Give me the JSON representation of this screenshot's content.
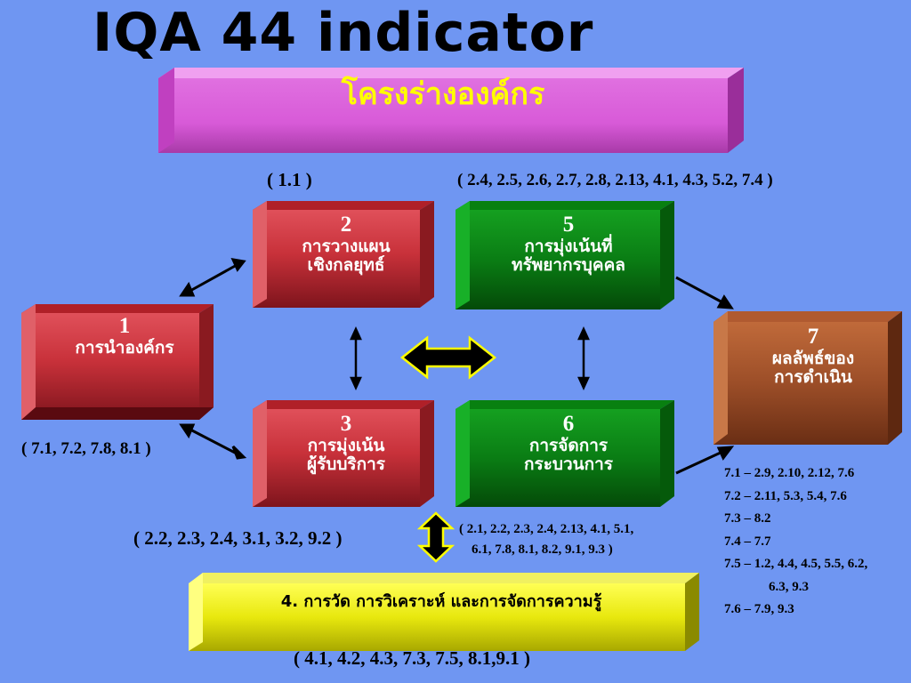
{
  "title": "IQA 44 indicator",
  "header_box": {
    "label": "โครงร่างองค์กร"
  },
  "boxes": {
    "b1": {
      "number": "1",
      "lines": [
        "การนำองค์กร"
      ]
    },
    "b2": {
      "number": "2",
      "lines": [
        "การวางแผน",
        "เชิงกลยุทธ์"
      ]
    },
    "b3": {
      "number": "3",
      "lines": [
        "การมุ่งเน้น",
        "ผู้รับบริการ"
      ]
    },
    "b5": {
      "number": "5",
      "lines": [
        "การมุ่งเน้นที่",
        "ทรัพยากรบุคคล"
      ]
    },
    "b6": {
      "number": "6",
      "lines": [
        "การจัดการ",
        "กระบวนการ"
      ]
    },
    "b7": {
      "number": "7",
      "lines": [
        "ผลลัพธ์ของ",
        "การดำเนิน"
      ]
    },
    "b4": {
      "label": "4.  การวัด การวิเคราะห์ และการจัดการความรู้"
    }
  },
  "indicator_labels": {
    "box2": "( 1.1 )",
    "box5": "( 2.4, 2.5, 2.6, 2.7, 2.8, 2.13, 4.1, 4.3, 5.2, 7.4 )",
    "box1": "( 7.1, 7.2, 7.8, 8.1 )",
    "box3": "( 2.2, 2.3, 2.4, 3.1, 3.2, 9.2 )",
    "box6_line1": "( 2.1, 2.2, 2.3, 2.4, 2.13, 4.1, 5.1,",
    "box6_line2": "6.1, 7.8, 8.1, 8.2, 9.1, 9.3 )",
    "box4": "( 4.1, 4.2, 4.3, 7.3, 7.5, 8.1,9.1 )"
  },
  "results_list": [
    "7.1 – 2.9, 2.10, 2.12, 7.6",
    "7.2 – 2.11, 5.3, 5.4, 7.6",
    "7.3 – 8.2",
    "7.4 – 7.7",
    "7.5 – 1.2, 4.4, 4.5, 5.5, 6.2,",
    "6.3, 9.3",
    "7.6 – 7.9, 9.3"
  ],
  "colors": {
    "background": "#6f96f2",
    "header_box": "#d85ad8",
    "red_box": "#c8313a",
    "green_box": "#0a7d14",
    "brown_box": "#9c4e28",
    "yellow_box": "#e8e80e",
    "header_text": "#ffff00",
    "box_text": "#ffffff",
    "box4_text": "#000000"
  }
}
